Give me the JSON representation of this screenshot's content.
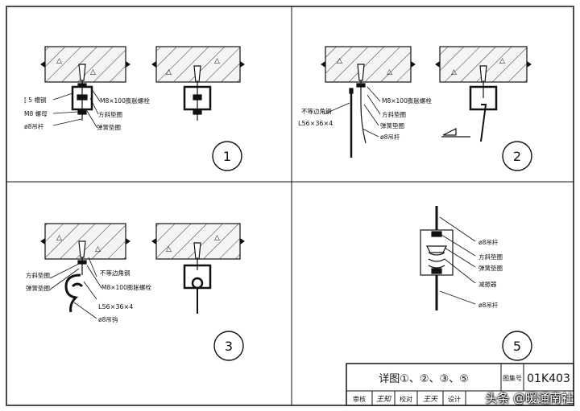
{
  "panel1": {
    "number": "1",
    "labels": {
      "channel": "[ 5 槽钢",
      "nut": "M8 螺母",
      "rod": "ø8吊杆",
      "bolt": "M8×100膨胀螺栓",
      "washer": "方斜垫圈",
      "spring_washer": "弹簧垫圈"
    }
  },
  "panel2": {
    "number": "2",
    "labels": {
      "angle_note": "不等边角钢",
      "angle_size": "L56×36×4",
      "bolt": "M8×100膨胀螺栓",
      "washer": "方斜垫圈",
      "spring_washer": "弹簧垫圈",
      "rod": "ø8吊杆"
    }
  },
  "panel3": {
    "number": "3",
    "labels": {
      "washer": "方斜垫圈",
      "spring_washer": "弹簧垫圈",
      "angle_note": "不等边角钢",
      "bolt": "M8×100膨胀螺栓",
      "angle_size": "L56×36×4",
      "hook": "ø8吊钩"
    }
  },
  "panel5": {
    "number": "5",
    "labels": {
      "rod_top": "ø8吊杆",
      "washer": "方斜垫圈",
      "spring_washer": "弹簧垫圈",
      "damper": "减振器",
      "rod_bottom": "ø8吊杆"
    }
  },
  "title_block": {
    "title": "详图①、②、③、⑤",
    "sheet_label": "图集号",
    "sheet_number": "01K403",
    "review_label": "审核",
    "review_sign": "王知",
    "check_label": "校对",
    "check_sign": "王天",
    "design_label": "设计"
  },
  "watermark": "头条 @暖通南社"
}
